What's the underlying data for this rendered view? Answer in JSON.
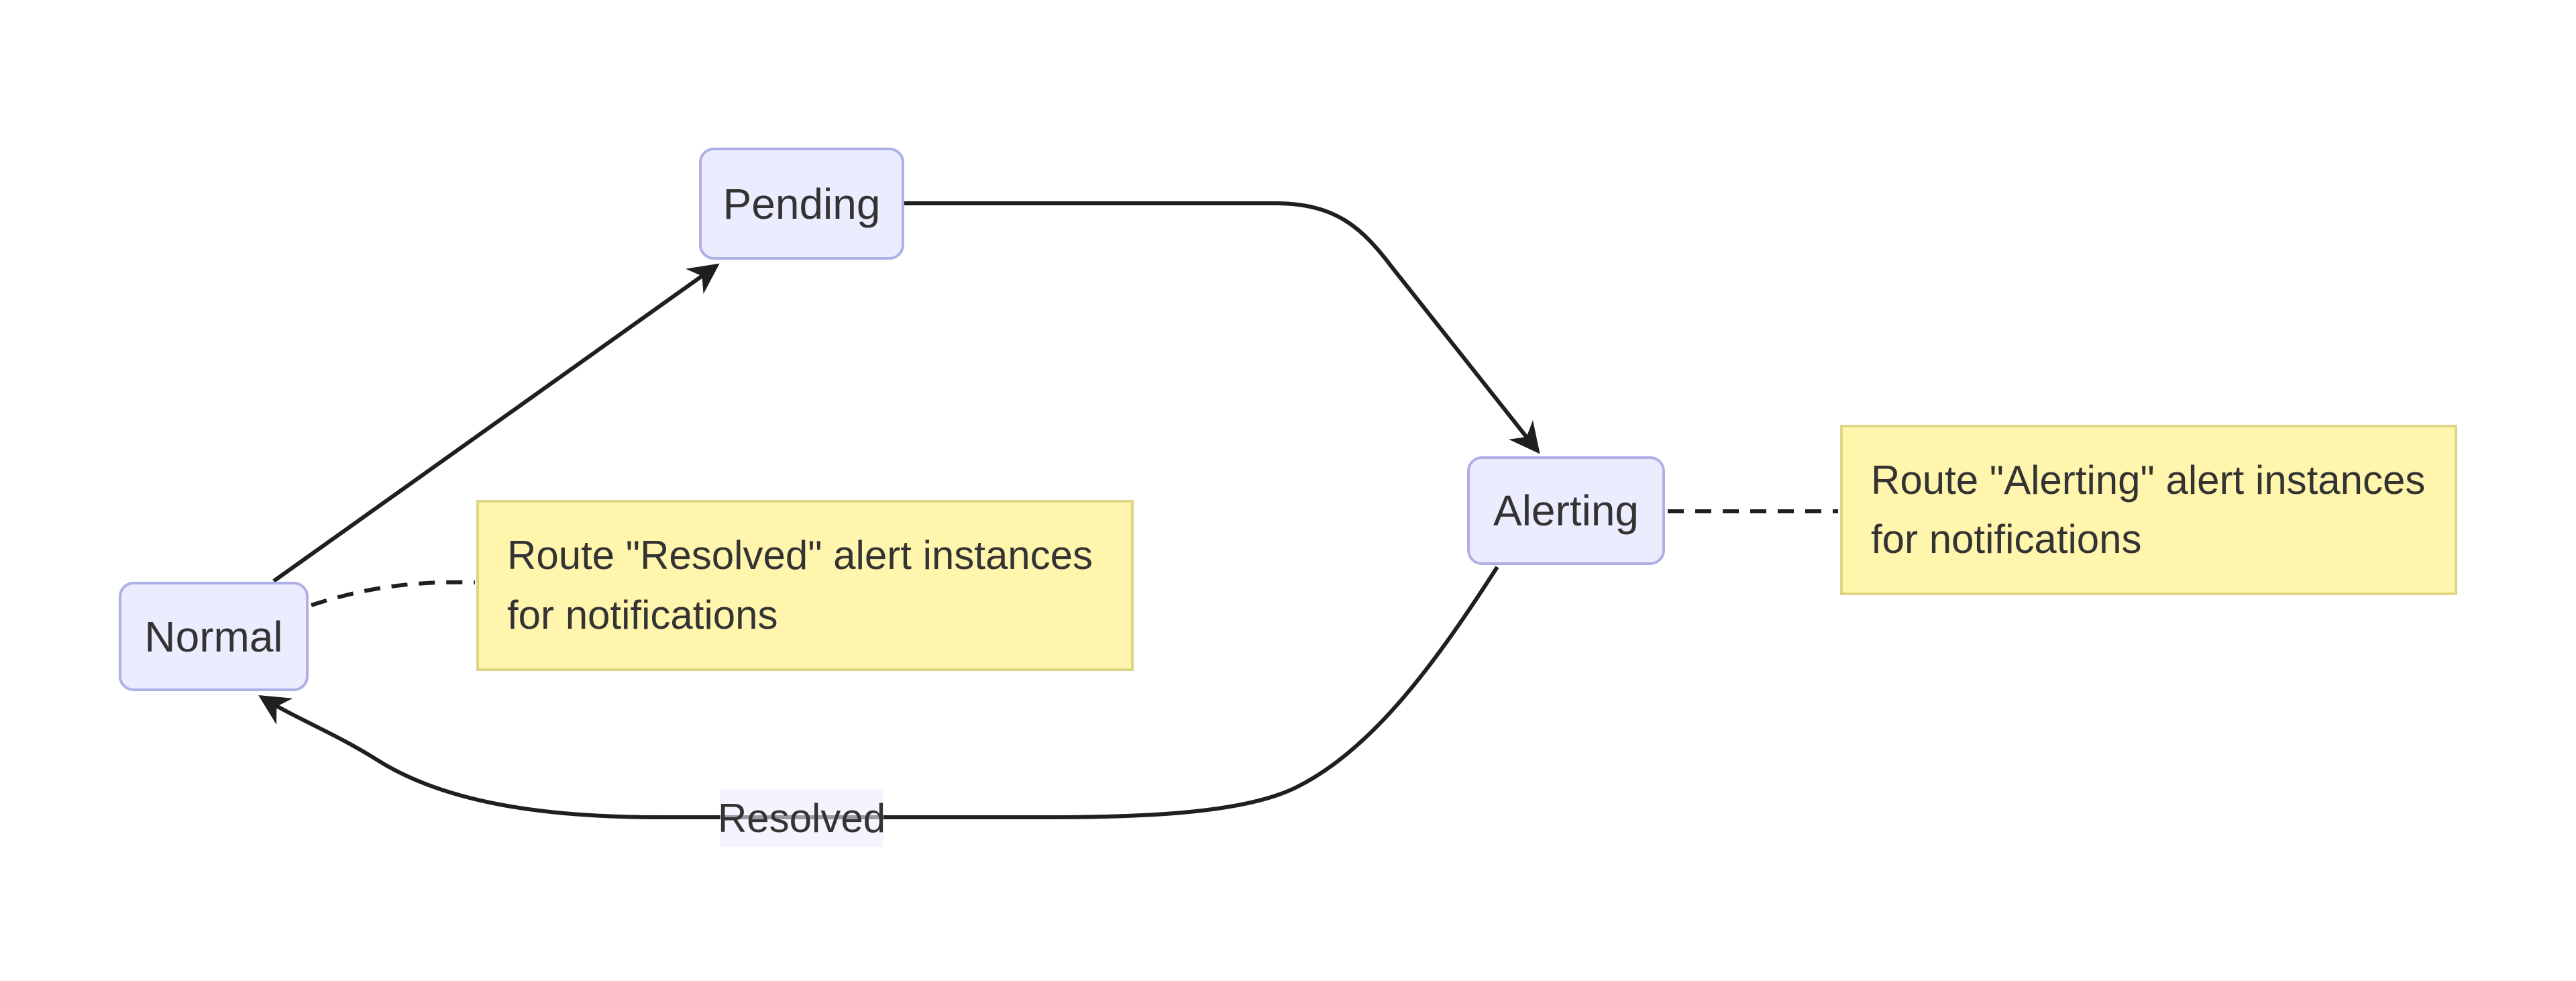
{
  "diagram": {
    "type": "state-transition-diagram",
    "nodes": [
      {
        "id": "normal",
        "label": "Normal"
      },
      {
        "id": "pending",
        "label": "Pending"
      },
      {
        "id": "alerting",
        "label": "Alerting"
      }
    ],
    "notes": [
      {
        "target": "normal",
        "lines": [
          "Route \"Resolved\" alert instances",
          "for notifications"
        ]
      },
      {
        "target": "alerting",
        "lines": [
          "Route \"Alerting\" alert instances",
          "for notifications"
        ]
      }
    ],
    "edges": [
      {
        "from": "normal",
        "to": "pending",
        "label": ""
      },
      {
        "from": "pending",
        "to": "alerting",
        "label": ""
      },
      {
        "from": "alerting",
        "to": "normal",
        "label": "Resolved"
      }
    ]
  },
  "colors": {
    "node_fill": "#ececff",
    "node_border": "#aeafe6",
    "note_fill": "#fff5ad",
    "note_border": "#dcd685",
    "edge_color": "#1f1f1f",
    "text_color": "#333333",
    "edge_label_bg": "rgba(236,236,255,0.6)",
    "canvas_bg": "#ffffff"
  }
}
